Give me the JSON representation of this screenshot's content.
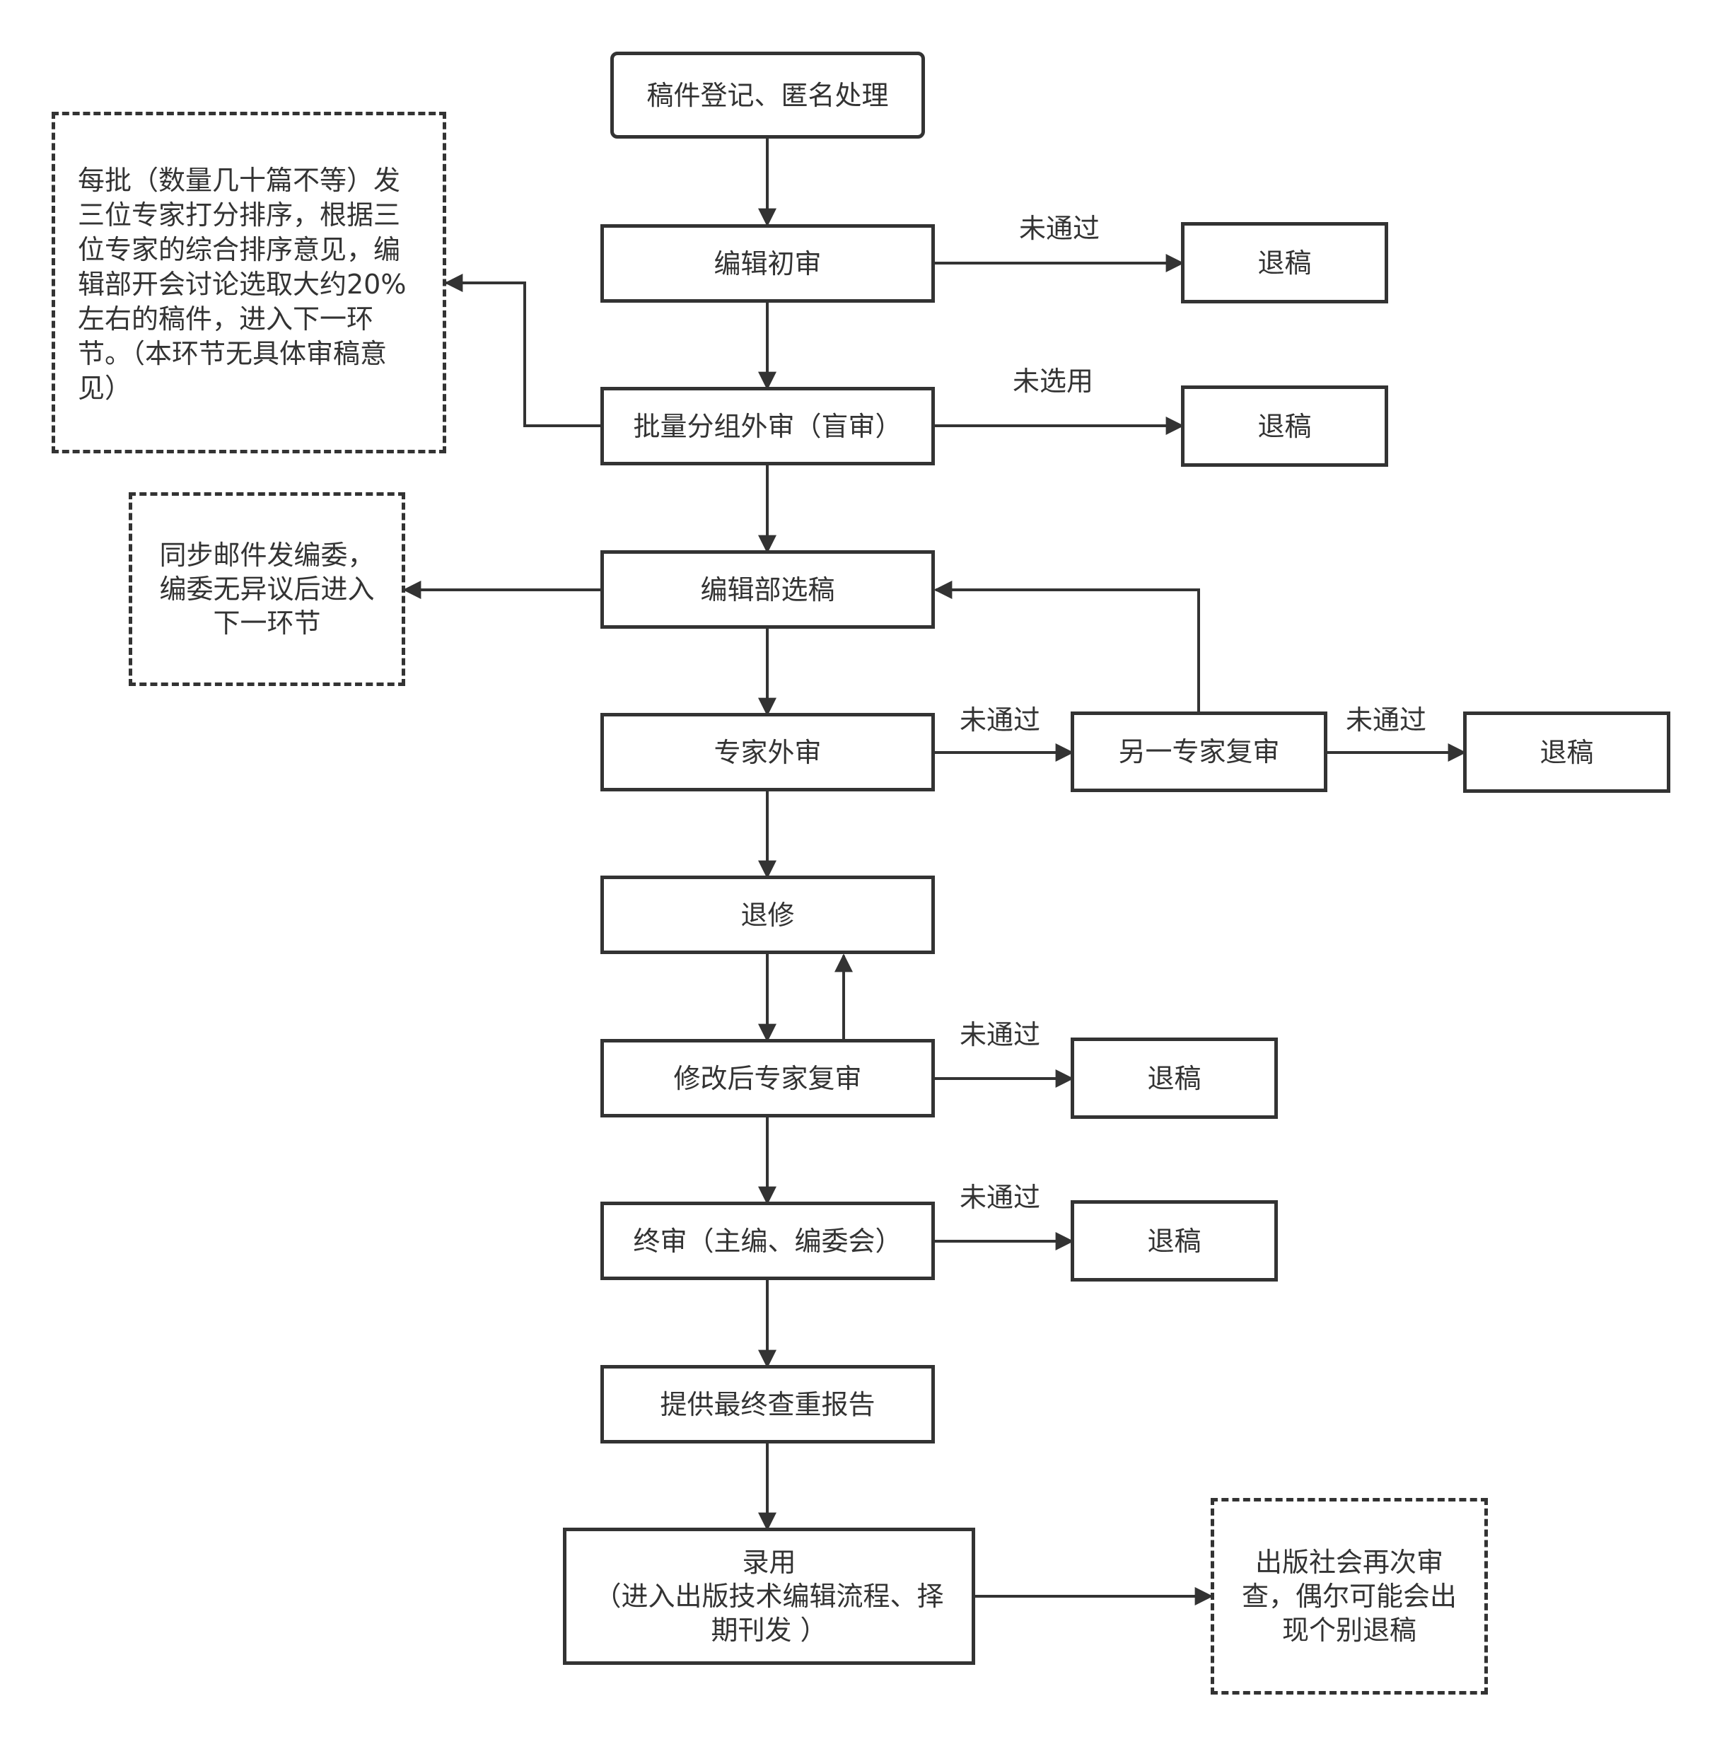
{
  "colors": {
    "stroke": "#333333",
    "background": "#ffffff",
    "text": "#333333"
  },
  "nodes": {
    "register": "稿件登记、匿名处理",
    "editor_initial": "编辑初审",
    "batch_review": "批量分组外审（盲审）",
    "dept_select": "编辑部选稿",
    "expert_review": "专家外审",
    "another_expert": "另一专家复审",
    "revise": "退修",
    "post_revision": "修改后专家复审",
    "final_review": "终审（主编、编委会）",
    "plagiarism_report": "提供最终查重报告",
    "accept": "录用\n（进入出版技术编辑流程、择\n期刊发 ）",
    "reject_1": "退稿",
    "reject_2": "退稿",
    "reject_3": "退稿",
    "reject_4": "退稿",
    "reject_5": "退稿"
  },
  "notes": {
    "batch_note": "每批（数量几十篇不等）发\n三位专家打分排序，根据三\n位专家的综合排序意见，编\n辑部开会讨论选取大约20%\n左右的稿件，进入下一环\n节。（本环节无具体审稿意\n见）",
    "committee_note": "同步邮件发编委，\n编委无异议后进入\n下一环节",
    "publisher_note": "出版社会再次审\n查，偶尔可能会出\n现个别退稿"
  },
  "edge_labels": {
    "initial_fail": "未通过",
    "batch_not_selected": "未选用",
    "expert_fail": "未通过",
    "another_fail": "未通过",
    "post_revision_fail": "未通过",
    "final_fail": "未通过"
  }
}
